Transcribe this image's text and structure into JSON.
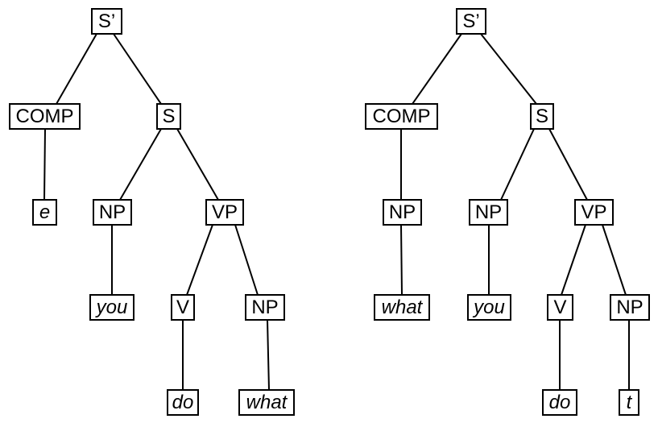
{
  "diagram": {
    "kind": "syntactic-tree-pair",
    "line_color": "#000000",
    "background_color": "#ffffff"
  },
  "trees": [
    {
      "id": "left",
      "nodes": {
        "s_bar": {
          "label": "S’",
          "italic": false
        },
        "comp": {
          "label": "COMP",
          "italic": false
        },
        "s": {
          "label": "S",
          "italic": false
        },
        "e": {
          "label": "e",
          "italic": true
        },
        "np_subj": {
          "label": "NP",
          "italic": false
        },
        "vp": {
          "label": "VP",
          "italic": false
        },
        "you": {
          "label": "you",
          "italic": true
        },
        "v": {
          "label": "V",
          "italic": false
        },
        "np_obj": {
          "label": "NP",
          "italic": false
        },
        "do": {
          "label": "do",
          "italic": true
        },
        "what": {
          "label": "what",
          "italic": true
        }
      },
      "edges": [
        [
          "s_bar",
          "comp"
        ],
        [
          "s_bar",
          "s"
        ],
        [
          "comp",
          "e"
        ],
        [
          "s",
          "np_subj"
        ],
        [
          "s",
          "vp"
        ],
        [
          "np_subj",
          "you"
        ],
        [
          "vp",
          "v"
        ],
        [
          "vp",
          "np_obj"
        ],
        [
          "v",
          "do"
        ],
        [
          "np_obj",
          "what"
        ]
      ]
    },
    {
      "id": "right",
      "nodes": {
        "s_bar": {
          "label": "S’",
          "italic": false
        },
        "comp": {
          "label": "COMP",
          "italic": false
        },
        "s": {
          "label": "S",
          "italic": false
        },
        "np_comp": {
          "label": "NP",
          "italic": false
        },
        "what": {
          "label": "what",
          "italic": true
        },
        "np_subj": {
          "label": "NP",
          "italic": false
        },
        "you": {
          "label": "you",
          "italic": true
        },
        "vp": {
          "label": "VP",
          "italic": false
        },
        "v": {
          "label": "V",
          "italic": false
        },
        "np_obj": {
          "label": "NP",
          "italic": false
        },
        "do": {
          "label": "do",
          "italic": true
        },
        "t": {
          "label": "t",
          "italic": true
        }
      },
      "edges": [
        [
          "s_bar",
          "comp"
        ],
        [
          "s_bar",
          "s"
        ],
        [
          "comp",
          "np_comp"
        ],
        [
          "np_comp",
          "what"
        ],
        [
          "s",
          "np_subj"
        ],
        [
          "s",
          "vp"
        ],
        [
          "np_subj",
          "you"
        ],
        [
          "vp",
          "v"
        ],
        [
          "vp",
          "np_obj"
        ],
        [
          "v",
          "do"
        ],
        [
          "np_obj",
          "t"
        ]
      ]
    }
  ]
}
